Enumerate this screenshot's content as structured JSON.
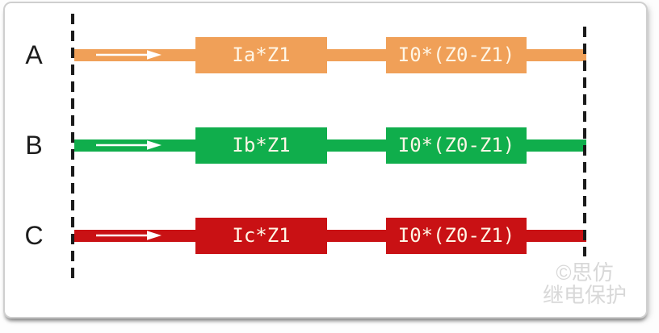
{
  "diagram": {
    "description": "Three-phase voltage drop diagram with series impedance boxes between two dashed bus lines",
    "phases": [
      {
        "label": "A",
        "impedance1": "Ia*Z1",
        "impedance2": "I0*(Z0-Z1)",
        "color": "#f0a058"
      },
      {
        "label": "B",
        "impedance1": "Ib*Z1",
        "impedance2": "I0*(Z0-Z1)",
        "color": "#10ae4c"
      },
      {
        "label": "C",
        "impedance1": "Ic*Z1",
        "impedance2": "I0*(Z0-Z1)",
        "color": "#c91114"
      }
    ],
    "bus_line_color": "#1a1a1a",
    "bus_line_style": "dashed",
    "flow_arrow": {
      "semantic": "current-flow-right-arrow",
      "glyph": "→",
      "color": "#ffffff"
    },
    "box_text_color": "#fff6e6"
  },
  "watermark": {
    "line1": "©思仿",
    "line2": "继电保护",
    "color": "#d8d8d8"
  }
}
